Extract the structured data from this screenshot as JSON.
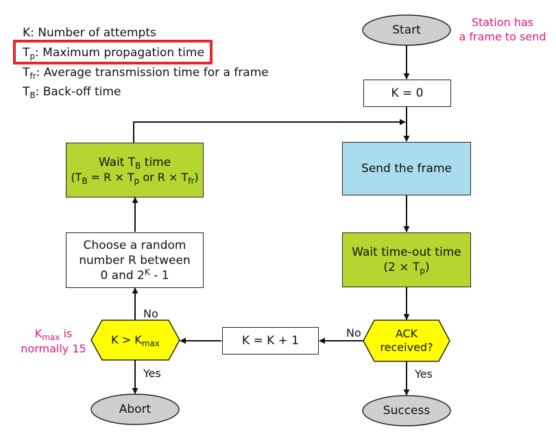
{
  "legend": {
    "k_text": "K: Number of attempts",
    "tp_sym": "T",
    "tp_sub": "p",
    "tp_desc": ": Maximum propagation time",
    "tfr_sym": "T",
    "tfr_sub": "fr",
    "tfr_desc": ": Average transmission time for a frame",
    "tb_sym": "T",
    "tb_sub": "B",
    "tb_desc": ": Back-off time"
  },
  "annotations": {
    "station_line1": "Station has",
    "station_line2": "a frame to send",
    "kmax_sym": "K",
    "kmax_sub": "max",
    "kmax_rest": " is",
    "kmax_line2": "normally 15"
  },
  "nodes": {
    "start": "Start",
    "k_zero": "K = 0",
    "send_frame": "Send the frame",
    "wait_timeout_line1": "Wait time-out time",
    "wait_timeout_line2_pre": "(2 × T",
    "wait_timeout_line2_sub": "p",
    "wait_timeout_line2_post": ")",
    "ack_line1": "ACK",
    "ack_line2": "received?",
    "success": "Success",
    "k_increment": "K = K + 1",
    "compare_pre": "K > K",
    "compare_sub": "max",
    "abort": "Abort",
    "choose_line1": "Choose a random",
    "choose_line2": "number R between",
    "choose_line3_pre": "0 and 2",
    "choose_line3_sup": "K",
    "choose_line3_post": " - 1",
    "waittb_line1_pre": "Wait T",
    "waittb_line1_sub": "B",
    "waittb_line1_post": " time",
    "waittb_line2_a": "(T",
    "waittb_line2_a_sub": "B",
    "waittb_line2_b": " = R × T",
    "waittb_line2_b_sub": "p",
    "waittb_line2_c": " or R × T",
    "waittb_line2_c_sub": "fr",
    "waittb_line2_d": ")"
  },
  "edge_labels": {
    "ack_no": "No",
    "ack_yes": "Yes",
    "compare_no": "No",
    "compare_yes": "Yes"
  },
  "colors": {
    "green_box": "#b5d630",
    "blue_box": "#a9dcec",
    "diamond": "#ffff00",
    "oval": "#cfcfcf",
    "annotation": "#e0177f",
    "highlight": "#e8242c"
  }
}
